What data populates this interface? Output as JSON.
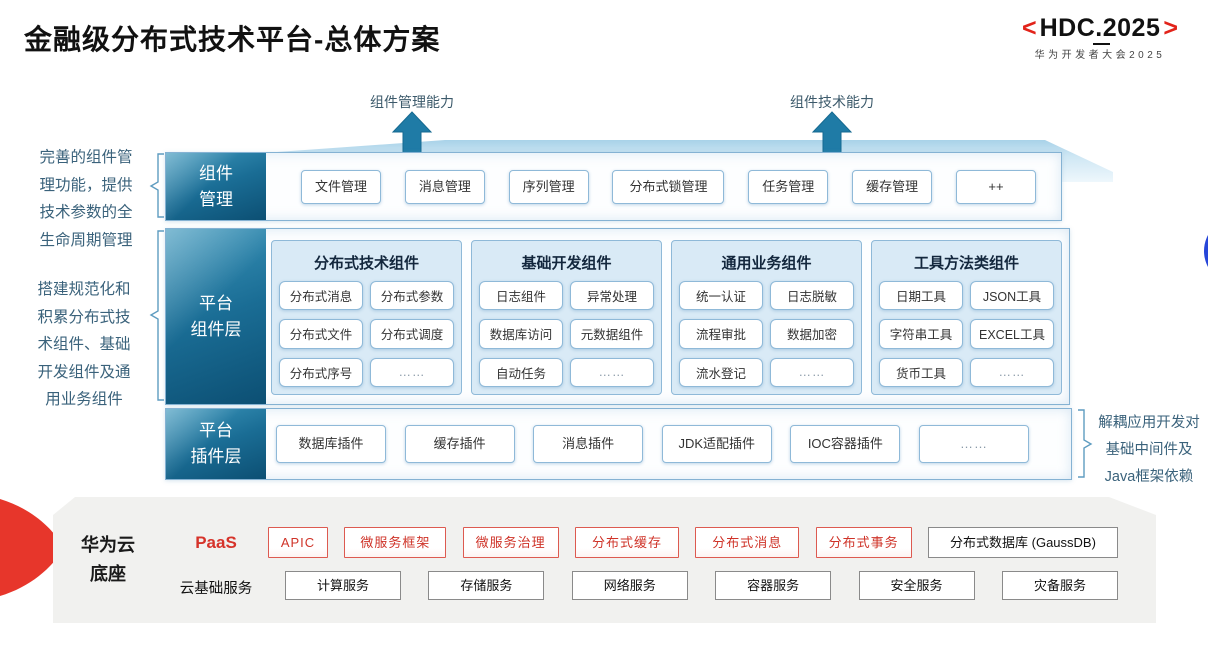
{
  "title": "金融级分布式技术平台-总体方案",
  "logo": {
    "open_bracket": "<",
    "text": "HDC.2025",
    "close_bracket": ">",
    "subtitle": "华为开发者大会2025"
  },
  "arrows": [
    {
      "label": "组件管理能力"
    },
    {
      "label": "组件技术能力"
    }
  ],
  "left_notes": [
    {
      "lines": [
        "完善的组件管",
        "理功能，提供",
        "技术参数的全",
        "生命周期管理"
      ]
    },
    {
      "lines": [
        "搭建规范化和",
        "积累分布式技",
        "术组件、基础",
        "开发组件及通",
        "用业务组件"
      ]
    }
  ],
  "right_note": {
    "lines": [
      "解耦应用开发对",
      "基础中间件及",
      "Java框架依赖"
    ]
  },
  "layers": {
    "component_mgmt": {
      "label_lines": [
        "组件",
        "管理"
      ],
      "items": [
        "文件管理",
        "消息管理",
        "序列管理",
        "分布式锁管理",
        "任务管理",
        "缓存管理",
        "++"
      ]
    },
    "platform_components": {
      "label_lines": [
        "平台",
        "组件层"
      ],
      "groups": [
        {
          "title": "分布式技术组件",
          "items": [
            "分布式消息",
            "分布式参数",
            "分布式文件",
            "分布式调度",
            "分布式序号",
            "……"
          ]
        },
        {
          "title": "基础开发组件",
          "items": [
            "日志组件",
            "异常处理",
            "数据库访问",
            "元数据组件",
            "自动任务",
            "……"
          ]
        },
        {
          "title": "通用业务组件",
          "items": [
            "统一认证",
            "日志脱敏",
            "流程审批",
            "数据加密",
            "流水登记",
            "……"
          ]
        },
        {
          "title": "工具方法类组件",
          "items": [
            "日期工具",
            "JSON工具",
            "字符串工具",
            "EXCEL工具",
            "货币工具",
            "……"
          ]
        }
      ]
    },
    "platform_plugins": {
      "label_lines": [
        "平台",
        "插件层"
      ],
      "items": [
        "数据库插件",
        "缓存插件",
        "消息插件",
        "JDK适配插件",
        "IOC容器插件",
        "……"
      ]
    }
  },
  "foundation": {
    "label_lines": [
      "华为云",
      "底座"
    ],
    "paas": {
      "label": "PaaS",
      "items": [
        "APIC",
        "微服务框架",
        "微服务治理",
        "分布式缓存",
        "分布式消息",
        "分布式事务"
      ],
      "db_item": "分布式数据库 (GaussDB)"
    },
    "iaas": {
      "label": "云基础服务",
      "items": [
        "计算服务",
        "存储服务",
        "网络服务",
        "容器服务",
        "安全服务",
        "灾备服务"
      ]
    }
  },
  "colors": {
    "accent_teal": "#1f7ba6",
    "layer_label_dark": "#0c4f73",
    "band_border": "#85b2d3",
    "group_bg": "#d9eaf6",
    "brand_red": "#e2231a",
    "red_box_border": "#dd5a50",
    "note_text": "#3a627b",
    "foundation_gray": "#f1f1ef",
    "circle_blue": "#2746d9"
  }
}
